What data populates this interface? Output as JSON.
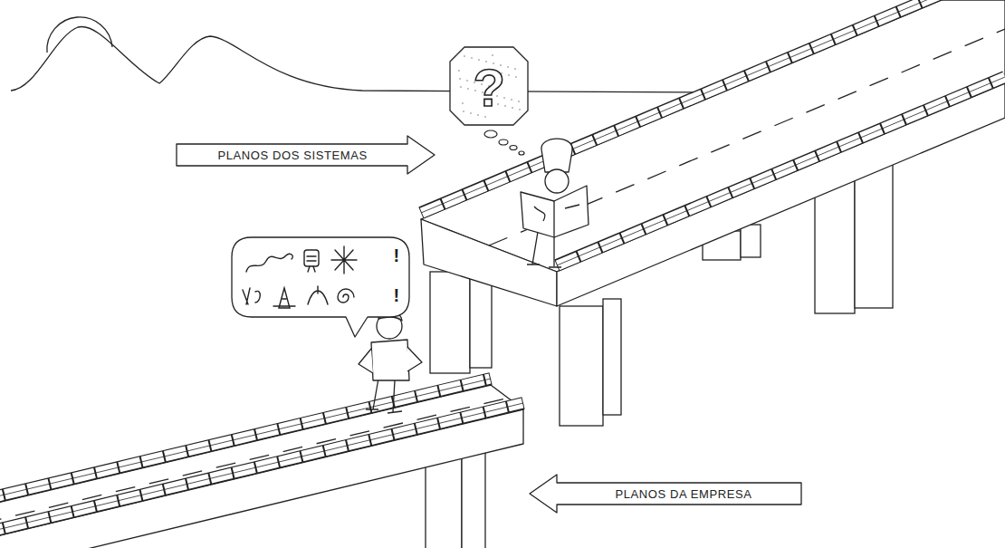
{
  "diagram": {
    "nodes": [
      {
        "text": [
          "?"
        ]
      },
      {
        "text": [
          "PLANOS DOS SISTEMAS"
        ]
      },
      {
        "text": [
          "!",
          "!"
        ]
      },
      {
        "text": [
          "PLANOS DA EMPRESA"
        ]
      }
    ]
  }
}
